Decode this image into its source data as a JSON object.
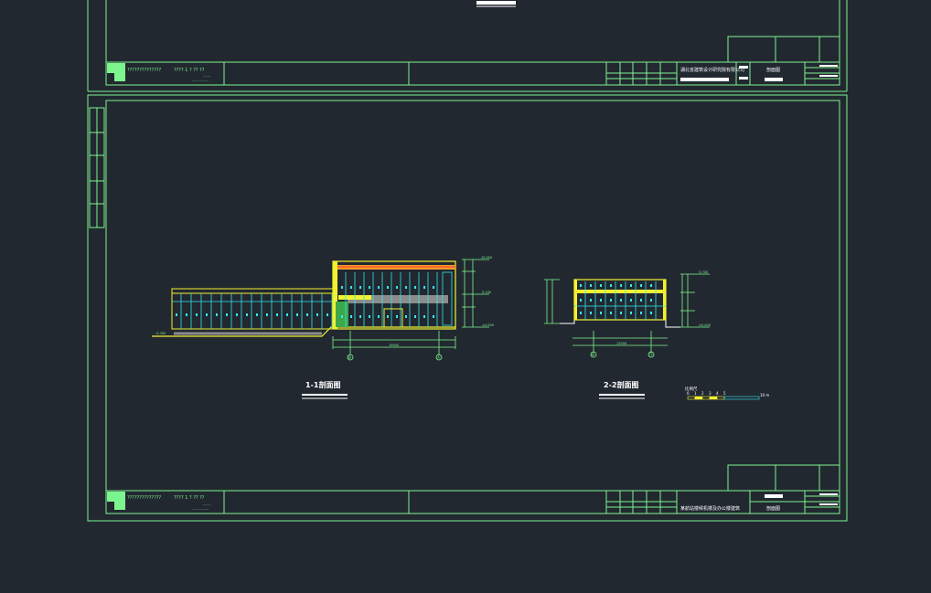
{
  "colors": {
    "background": "#222830",
    "frame": "#7df58e",
    "yellow": "#f2f230",
    "cyan": "#34e8ee",
    "white": "#ffffff",
    "orange": "#f59a2a",
    "red": "#f03a2a",
    "gray": "#8c8c8c"
  },
  "sheet_top": {
    "code_left": "??????????????",
    "code_mid": "???? 1 ?  ?? ??",
    "code_sub1": "--------",
    "code_sub2": "------ ----------",
    "company": "湖北省建筑设计研究院有限公司",
    "sheet_label": "剖面图"
  },
  "sheet_main": {
    "code_left": "??????????????",
    "code_mid": "???? 1 ?  ?? ??",
    "code_sub1": "--------",
    "code_sub2": "------ ----------",
    "company": "某航站楼候机楼及办公楼建筑",
    "sheet_label": "剖面图"
  },
  "section_1": {
    "title": "1-1剖面图",
    "axis_left": "⑩",
    "axis_right": "Ⓐ",
    "dim_total": "19500",
    "elev_ground": "-0.300",
    "elev_roof": "10.000",
    "elev_mid": "5.100",
    "elev_base": "±0.000"
  },
  "section_2": {
    "title": "2-2剖面图",
    "axis_left": "⑩",
    "axis_right": "⑪",
    "dim_total": "12000",
    "elev_roof": "5.700",
    "elev_base": "±0.000"
  },
  "scale_bar": {
    "label": "比例尺",
    "ticks": [
      "0",
      "1",
      "2",
      "3",
      "4",
      "5"
    ],
    "end": "10 m"
  }
}
